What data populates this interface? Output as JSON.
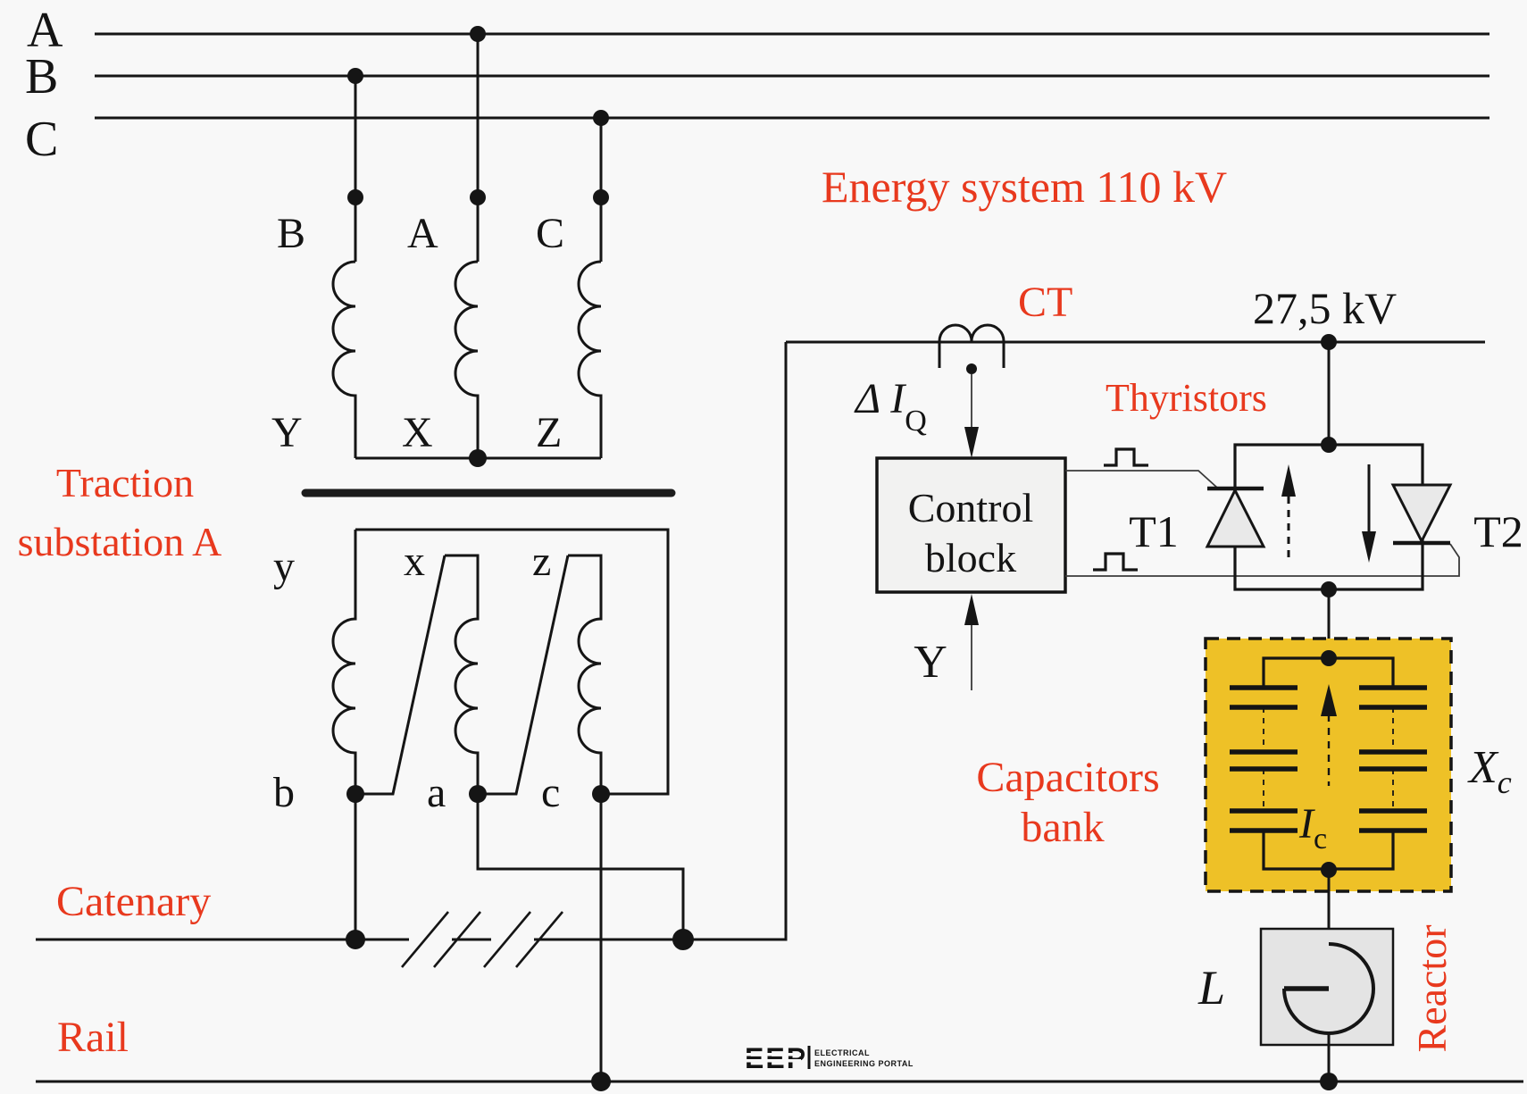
{
  "colors": {
    "background": "#f8f8f8",
    "line": "#151515",
    "accent_red": "#e8391e",
    "capacitor_bank_yellow": "#eec127",
    "control_block_fill": "#f2f2f1",
    "reactor_fill": "#e4e4e4",
    "thyristor_fill": "#e9e9e9"
  },
  "hv_system": {
    "title": "Energy system 110 kV",
    "phase_a": "A",
    "phase_b": "B",
    "phase_c": "C"
  },
  "transformer": {
    "substation_line1": "Traction",
    "substation_line2": "substation A",
    "primary_top_b": "B",
    "primary_top_a": "A",
    "primary_top_c": "C",
    "primary_bottom_y": "Y",
    "primary_bottom_x": "X",
    "primary_bottom_z": "Z",
    "secondary_top_y": "y",
    "secondary_top_x": "x",
    "secondary_top_z": "z",
    "secondary_bottom_b": "b",
    "secondary_bottom_a": "a",
    "secondary_bottom_c": "c"
  },
  "feeder": {
    "voltage": "27,5 kV",
    "catenary": "Catenary",
    "rail": "Rail",
    "ct": "CT",
    "delta_i": "Δ I",
    "delta_i_sub": "Q"
  },
  "svc": {
    "thyristors_title": "Thyristors",
    "t1": "T1",
    "t2": "T2",
    "control_line1": "Control",
    "control_line2": "block",
    "y_input": "Y",
    "capacitors_line1": "Capacitors",
    "capacitors_line2": "bank",
    "ic": "I",
    "ic_sub": "c",
    "xc": "X",
    "xc_sub": "c",
    "reactor": "Reactor",
    "inductance": "L"
  },
  "logo": {
    "name": "EEP",
    "tagline1": "ELECTRICAL",
    "tagline2": "ENGINEERING PORTAL"
  }
}
